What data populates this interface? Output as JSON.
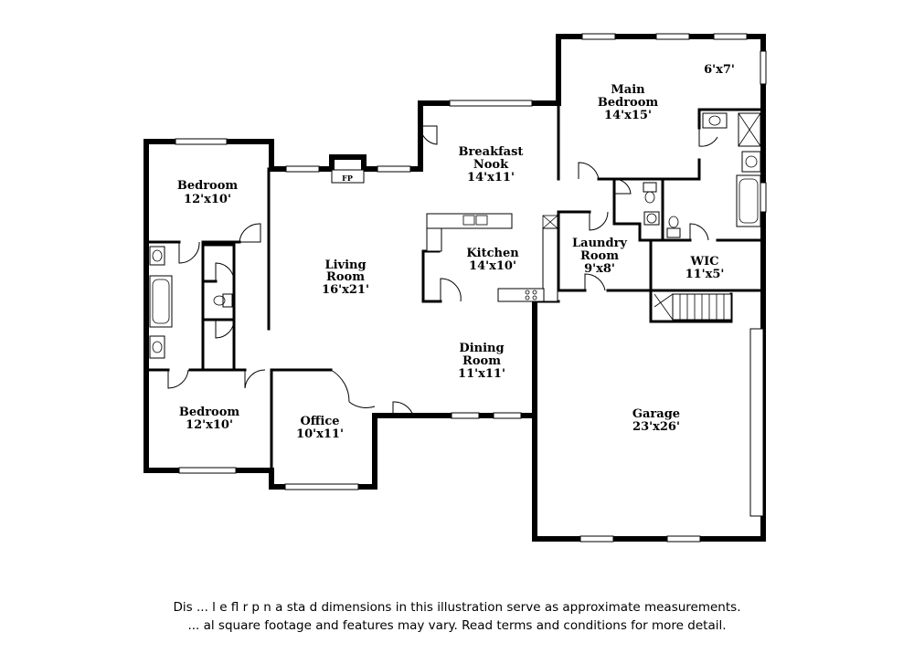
{
  "rooms": {
    "bedroom_nw": {
      "name": "Bedroom",
      "dims": "12'x10'"
    },
    "bedroom_sw": {
      "name": "Bedroom",
      "dims": "12'x10'"
    },
    "living_room": {
      "name_l1": "Living",
      "name_l2": "Room",
      "dims": "16'x21'"
    },
    "breakfast_nook": {
      "name_l1": "Breakfast",
      "name_l2": "Nook",
      "dims": "14'x11'"
    },
    "main_bedroom": {
      "name_l1": "Main",
      "name_l2": "Bedroom",
      "dims": "14'x15'"
    },
    "main_bath": {
      "dims": "6'x7'"
    },
    "kitchen": {
      "name": "Kitchen",
      "dims": "14'x10'"
    },
    "laundry_room": {
      "name_l1": "Laundry",
      "name_l2": "Room",
      "dims": "9'x8'"
    },
    "wic": {
      "name": "WIC",
      "dims": "11'x5'"
    },
    "dining_room": {
      "name_l1": "Dining",
      "name_l2": "Room",
      "dims": "11'x11'"
    },
    "office": {
      "name": "Office",
      "dims": "10'x11'"
    },
    "garage": {
      "name": "Garage",
      "dims": "23'x26'"
    }
  },
  "fireplace": {
    "label": "FP"
  },
  "disclaimer": {
    "line1": "Dis ... l  e fl r p  n a  sta  d dimensions in this illustration serve as approximate measurements.",
    "line2": "... al square footage and features may vary. Read terms and conditions for more detail."
  }
}
